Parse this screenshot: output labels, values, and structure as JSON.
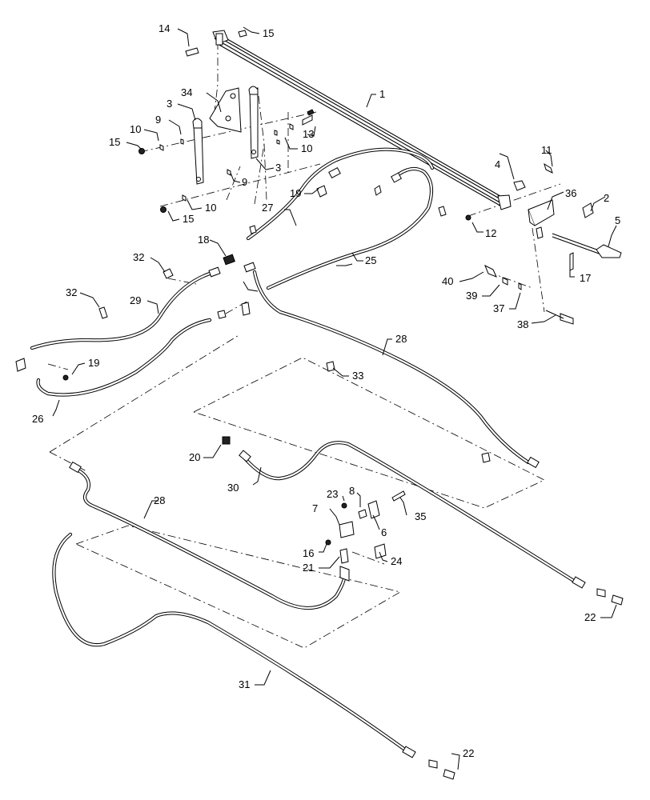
{
  "callouts": {
    "c1": "1",
    "c2": "2",
    "c3a": "3",
    "c3b": "3",
    "c4": "4",
    "c5": "5",
    "c6": "6",
    "c7": "7",
    "c8": "8",
    "c9a": "9",
    "c9b": "9",
    "c10a": "10",
    "c10b": "10",
    "c10c": "10",
    "c11": "11",
    "c12": "12",
    "c13": "13",
    "c14": "14",
    "c15a": "15",
    "c15b": "15",
    "c15c": "15",
    "c16": "16",
    "c17": "17",
    "c18": "18",
    "c19a": "19",
    "c19b": "19",
    "c20": "20",
    "c21": "21",
    "c22a": "22",
    "c22b": "22",
    "c23": "23",
    "c24": "24",
    "c25": "25",
    "c26": "26",
    "c27": "27",
    "c28a": "28",
    "c28b": "28",
    "c29": "29",
    "c30": "30",
    "c31": "31",
    "c32a": "32",
    "c32b": "32",
    "c33": "33",
    "c34": "34",
    "c35": "35",
    "c36": "36",
    "c37": "37",
    "c38": "38",
    "c39": "39",
    "c40": "40"
  }
}
